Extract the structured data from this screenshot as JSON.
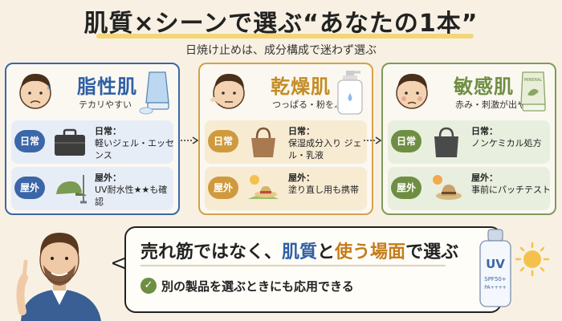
{
  "title": "肌質×シーンで選ぶ“あなたの1本”",
  "subtitle": "日焼け止めは、成分構成で迷わず選ぶ",
  "cards": [
    {
      "skin": "脂性肌",
      "desc": "テカリやすい",
      "daily_tag": "日常",
      "daily_label": "日常：",
      "daily_text": "軽いジェル・エッセンス",
      "outdoor_tag": "屋外",
      "outdoor_label": "屋外：",
      "outdoor_text": "UV耐水性★★も確認"
    },
    {
      "skin": "乾燥肌",
      "desc": "つっぱる・粉をふく",
      "daily_tag": "日常",
      "daily_label": "日常：",
      "daily_text": "保湿成分入り ジェル・乳液",
      "outdoor_tag": "屋外",
      "outdoor_label": "屋外：",
      "outdoor_text": "塗り直し用も携帯"
    },
    {
      "skin": "敏感肌",
      "desc": "赤み・刺激が出やすい",
      "product_label": "MINERAL",
      "daily_tag": "日常",
      "daily_label": "日常：",
      "daily_text": "ノンケミカル処方",
      "outdoor_tag": "屋外",
      "outdoor_label": "屋外：",
      "outdoor_text": "事前にパッチテスト"
    }
  ],
  "banner": {
    "headline_a": "売れ筋ではなく、",
    "headline_b": "肌質",
    "headline_c": "と",
    "headline_d": "使う場面",
    "headline_e": "で選ぶ",
    "sub": "別の製品を選ぶときにも応用できる",
    "check_glyph": "✓"
  },
  "uv_bottle": {
    "line1": "UV",
    "line2": "SPF50+",
    "line3": "PA++++"
  },
  "colors": {
    "oily": "#3b66a8",
    "dry": "#cf9a3d",
    "sensitive": "#6f8e43",
    "background": "#f8f1e3"
  }
}
